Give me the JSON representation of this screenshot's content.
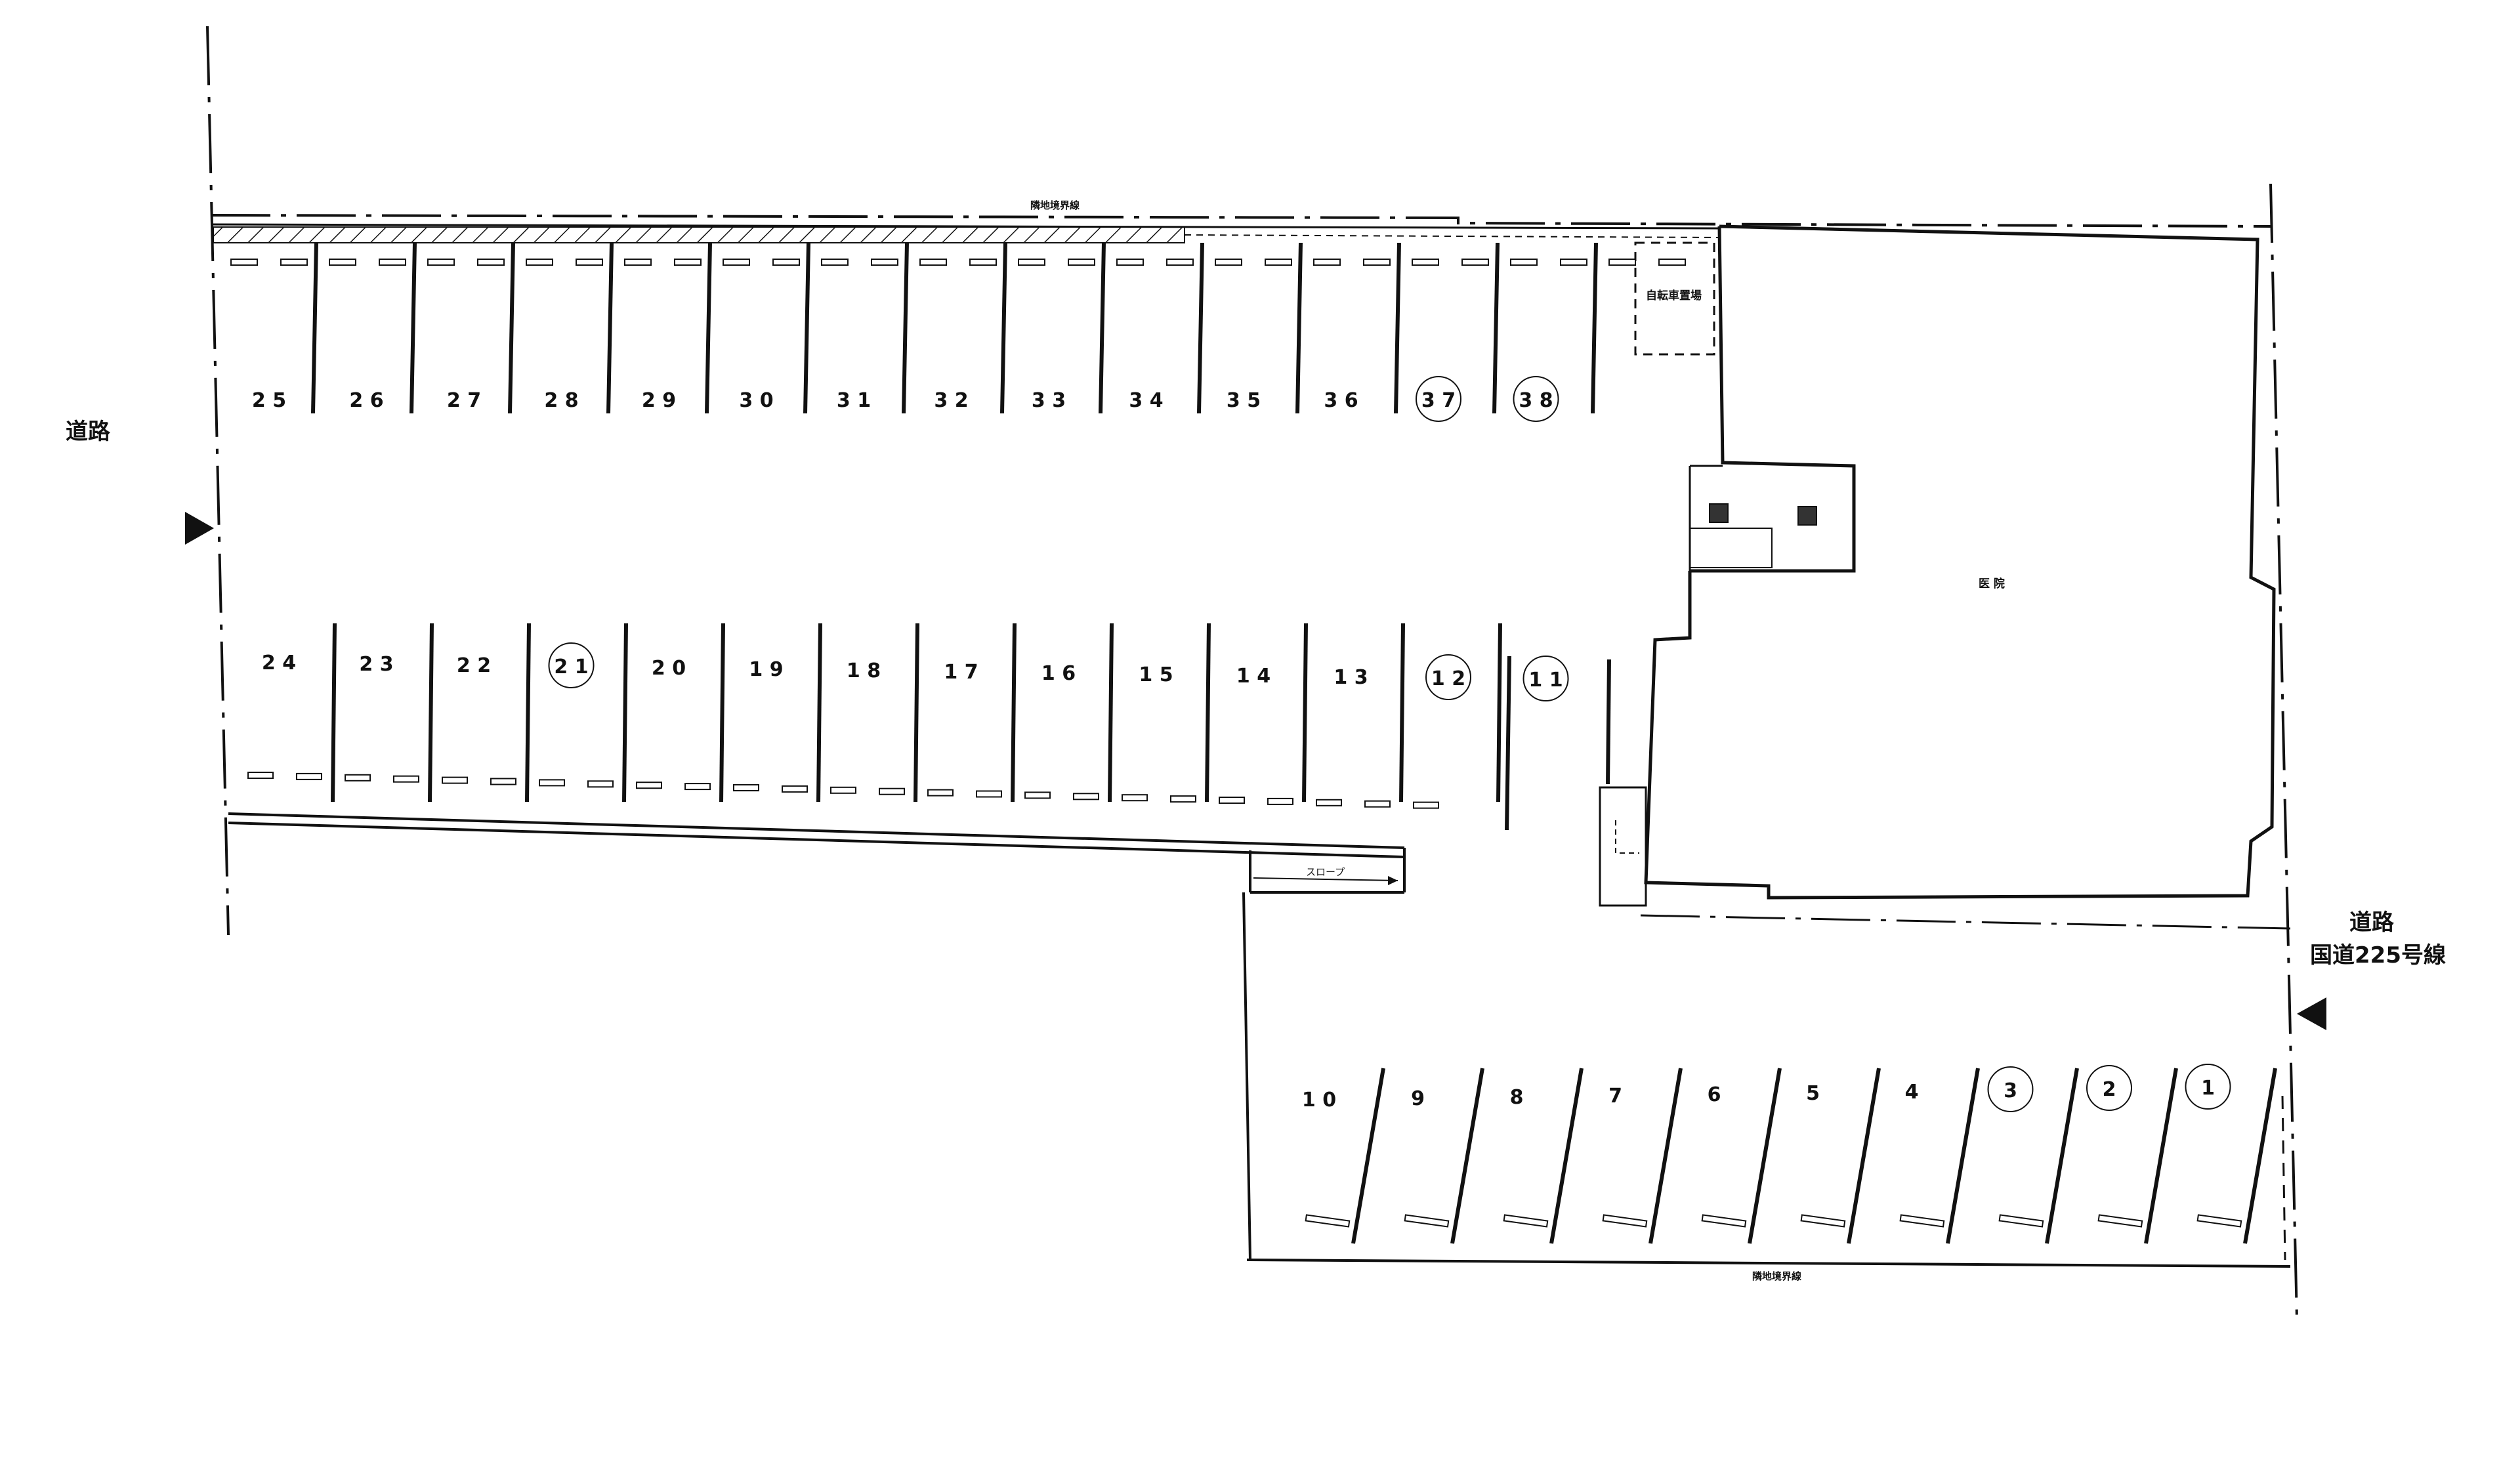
{
  "colors": {
    "ink": "#111111",
    "paper": "#ffffff"
  },
  "road_left_label": "道路",
  "road_right_label": "道路",
  "route_label": "国道225号線",
  "boundary_top_label": "隣地境界線",
  "boundary_bottom_label": "隣地境界線",
  "bicycle_parking_label": "自転車置場",
  "hospital_label": "医 院",
  "slope_label": "スロープ",
  "entrance_left_icon": "triangle-arrow-right-icon",
  "entrance_right_icon": "triangle-arrow-left-icon",
  "spaces": {
    "top_row": [
      {
        "no": "2 5",
        "circled": false
      },
      {
        "no": "2 6",
        "circled": false
      },
      {
        "no": "2 7",
        "circled": false
      },
      {
        "no": "2 8",
        "circled": false
      },
      {
        "no": "2 9",
        "circled": false
      },
      {
        "no": "3 0",
        "circled": false
      },
      {
        "no": "3 1",
        "circled": false
      },
      {
        "no": "3 2",
        "circled": false
      },
      {
        "no": "3 3",
        "circled": false
      },
      {
        "no": "3 4",
        "circled": false
      },
      {
        "no": "3 5",
        "circled": false
      },
      {
        "no": "3 6",
        "circled": false
      },
      {
        "no": "3 7",
        "circled": true
      },
      {
        "no": "3 8",
        "circled": true
      }
    ],
    "middle_row": [
      {
        "no": "2 4",
        "circled": false
      },
      {
        "no": "2 3",
        "circled": false
      },
      {
        "no": "2 2",
        "circled": false
      },
      {
        "no": "2 1",
        "circled": true
      },
      {
        "no": "2 0",
        "circled": false
      },
      {
        "no": "1 9",
        "circled": false
      },
      {
        "no": "1 8",
        "circled": false
      },
      {
        "no": "1 7",
        "circled": false
      },
      {
        "no": "1 6",
        "circled": false
      },
      {
        "no": "1 5",
        "circled": false
      },
      {
        "no": "1 4",
        "circled": false
      },
      {
        "no": "1 3",
        "circled": false
      },
      {
        "no": "1 2",
        "circled": true
      },
      {
        "no": "1 1",
        "circled": true
      }
    ],
    "bottom_row": [
      {
        "no": "1 0",
        "circled": false
      },
      {
        "no": "9",
        "circled": false
      },
      {
        "no": "8",
        "circled": false
      },
      {
        "no": "7",
        "circled": false
      },
      {
        "no": "6",
        "circled": false
      },
      {
        "no": "5",
        "circled": false
      },
      {
        "no": "4",
        "circled": false
      },
      {
        "no": "3",
        "circled": true
      },
      {
        "no": "2",
        "circled": true
      },
      {
        "no": "1",
        "circled": true
      }
    ]
  }
}
